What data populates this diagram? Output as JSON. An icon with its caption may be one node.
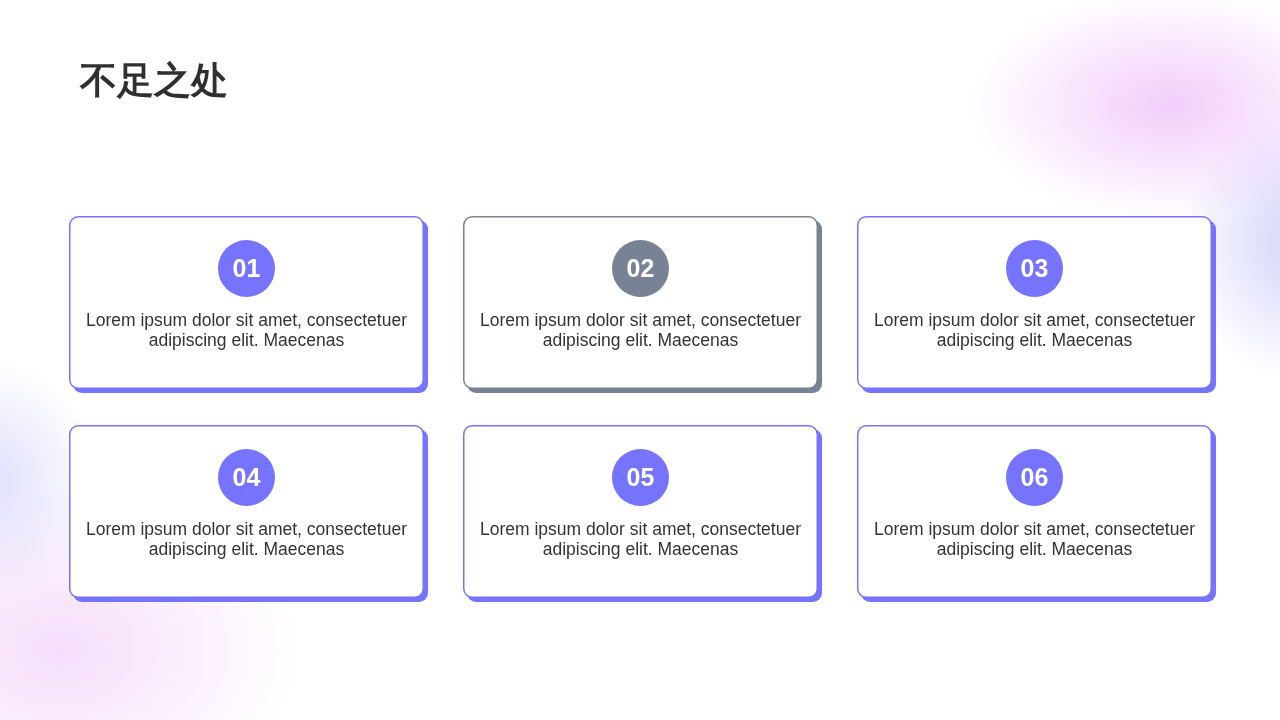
{
  "diagram": {
    "title": "不足之处",
    "nodes": [
      {
        "text": [
          "Lorem ipsum dolor sit amet, consectetuer adipiscing elit. Maecenas"
        ]
      },
      {
        "text": [
          "01"
        ],
        "in": 0
      },
      {
        "text": [
          "Lorem ipsum dolor sit amet, consectetuer adipiscing elit. Maecenas"
        ]
      },
      {
        "text": [
          "02"
        ],
        "in": 2
      },
      {
        "text": [
          "Lorem ipsum dolor sit amet, consectetuer adipiscing elit. Maecenas"
        ]
      },
      {
        "text": [
          "03"
        ],
        "in": 4
      },
      {
        "text": [
          "Lorem ipsum dolor sit amet, consectetuer adipiscing elit. Maecenas"
        ]
      },
      {
        "text": [
          "04"
        ],
        "in": 6
      },
      {
        "text": [
          "Lorem ipsum dolor sit amet, consectetuer adipiscing elit. Maecenas"
        ]
      },
      {
        "text": [
          "05"
        ],
        "in": 8
      },
      {
        "text": [
          "Lorem ipsum dolor sit amet, consectetuer adipiscing elit. Maecenas"
        ]
      },
      {
        "text": [
          "06"
        ],
        "in": 10
      }
    ]
  }
}
